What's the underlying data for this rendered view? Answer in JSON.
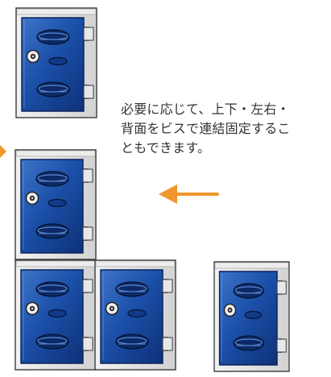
{
  "caption": {
    "lines": [
      "必要に応じて、上下・左右・",
      "背面をビスで連結固定するこ",
      "ともできます。"
    ]
  },
  "colors": {
    "frame": "#e4e4e4",
    "frame_outline": "#3a3a3a",
    "door_dark": "#0d2f74",
    "door_mid": "#1b4fa8",
    "door_light": "#3c74c8",
    "arrow": "#f0962d"
  },
  "lockers": [
    {
      "id": "top-standalone",
      "label": "single locker (top)"
    },
    {
      "id": "stack-upper",
      "label": "stacked locker (upper)"
    },
    {
      "id": "stack-lower-left",
      "label": "stacked locker (lower left)"
    },
    {
      "id": "stack-lower-right",
      "label": "side-joined locker"
    },
    {
      "id": "separate-right",
      "label": "separate locker"
    }
  ],
  "icons": {
    "arrow": "orange-left-arrow",
    "lock": "keyhole-lock-icon"
  }
}
